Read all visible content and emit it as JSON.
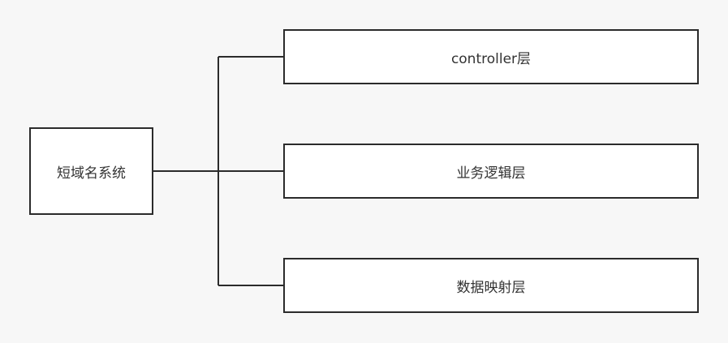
{
  "diagram": {
    "root": {
      "label": "短域名系统"
    },
    "children": [
      {
        "label": "controller层"
      },
      {
        "label": "业务逻辑层"
      },
      {
        "label": "数据映射层"
      }
    ]
  },
  "colors": {
    "background": "#f7f7f7",
    "box_fill": "#ffffff",
    "stroke": "#2b2b2b",
    "text": "#333333"
  }
}
